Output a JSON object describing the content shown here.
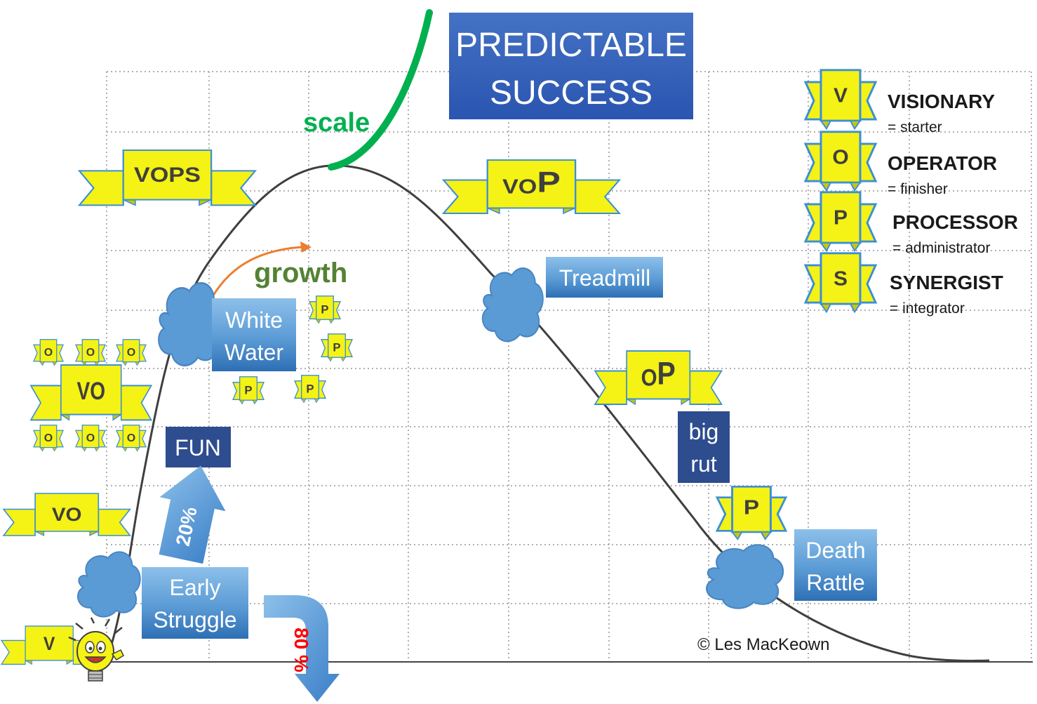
{
  "title": {
    "line1": "PREDICTABLE",
    "line2": "SUCCESS"
  },
  "curve_labels": {
    "scale": "scale",
    "growth": "growth"
  },
  "stages": {
    "early_struggle": {
      "line1": "Early",
      "line2": "Struggle"
    },
    "fun": "FUN",
    "white_water": {
      "line1": "White",
      "line2": "Water"
    },
    "treadmill": "Treadmill",
    "big_rut": {
      "line1": "big",
      "line2": "rut"
    },
    "death_rattle": {
      "line1": "Death",
      "line2": "Rattle"
    }
  },
  "arrows": {
    "up_percent": "20%",
    "down_percent": "80 %"
  },
  "ribbons": {
    "v": "V",
    "vo_low": "VO",
    "vo_mid": "VO",
    "o_small": "O",
    "p_small": "P",
    "vops": "VOPS",
    "vop_small": "VO",
    "vop_big": "P",
    "op_small": "O",
    "op_big": "P",
    "p_late": "P"
  },
  "legend": [
    {
      "letter": "V",
      "role": "VISIONARY",
      "meaning": "= starter"
    },
    {
      "letter": "O",
      "role": "OPERATOR",
      "meaning": "= finisher"
    },
    {
      "letter": "P",
      "role": "PROCESSOR",
      "meaning": "= administrator"
    },
    {
      "letter": "S",
      "role": "SYNERGIST",
      "meaning": "= integrator"
    }
  ],
  "copyright": "© Les MacKeown",
  "colors": {
    "ribbon_fill": "#f5f215",
    "ribbon_stroke": "#3a8fd6",
    "box_light": "#5b9bd5",
    "box_dark": "#2e4d8f",
    "title_box": "#2f5db8",
    "cloud": "#5b9bd5",
    "scale_curve": "#00b050",
    "growth_text": "#548235",
    "growth_arrow": "#ed7d31",
    "percent_red": "#ff0000"
  }
}
